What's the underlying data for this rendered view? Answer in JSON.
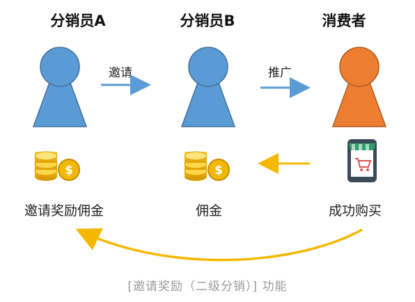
{
  "roles": [
    {
      "name": "分销员A"
    },
    {
      "name": "分销员B"
    },
    {
      "name": "消费者"
    }
  ],
  "arrows": [
    {
      "label": "邀请"
    },
    {
      "label": "推广"
    }
  ],
  "bottom_labels": [
    {
      "text": "邀请奖励佣金"
    },
    {
      "text": "佣金"
    },
    {
      "text": "成功购买"
    }
  ],
  "caption": "[邀请奖励（二级分销）] 功能",
  "colors": {
    "person_blue": "#5b9bd5",
    "person_orange": "#ed7d31",
    "arrow_blue": "#5b9bd5",
    "arrow_gold": "#f5b800",
    "coin_gold": "#f2b807"
  },
  "icons": [
    "person-icon",
    "coins-icon",
    "shopping-cart-phone-icon"
  ]
}
